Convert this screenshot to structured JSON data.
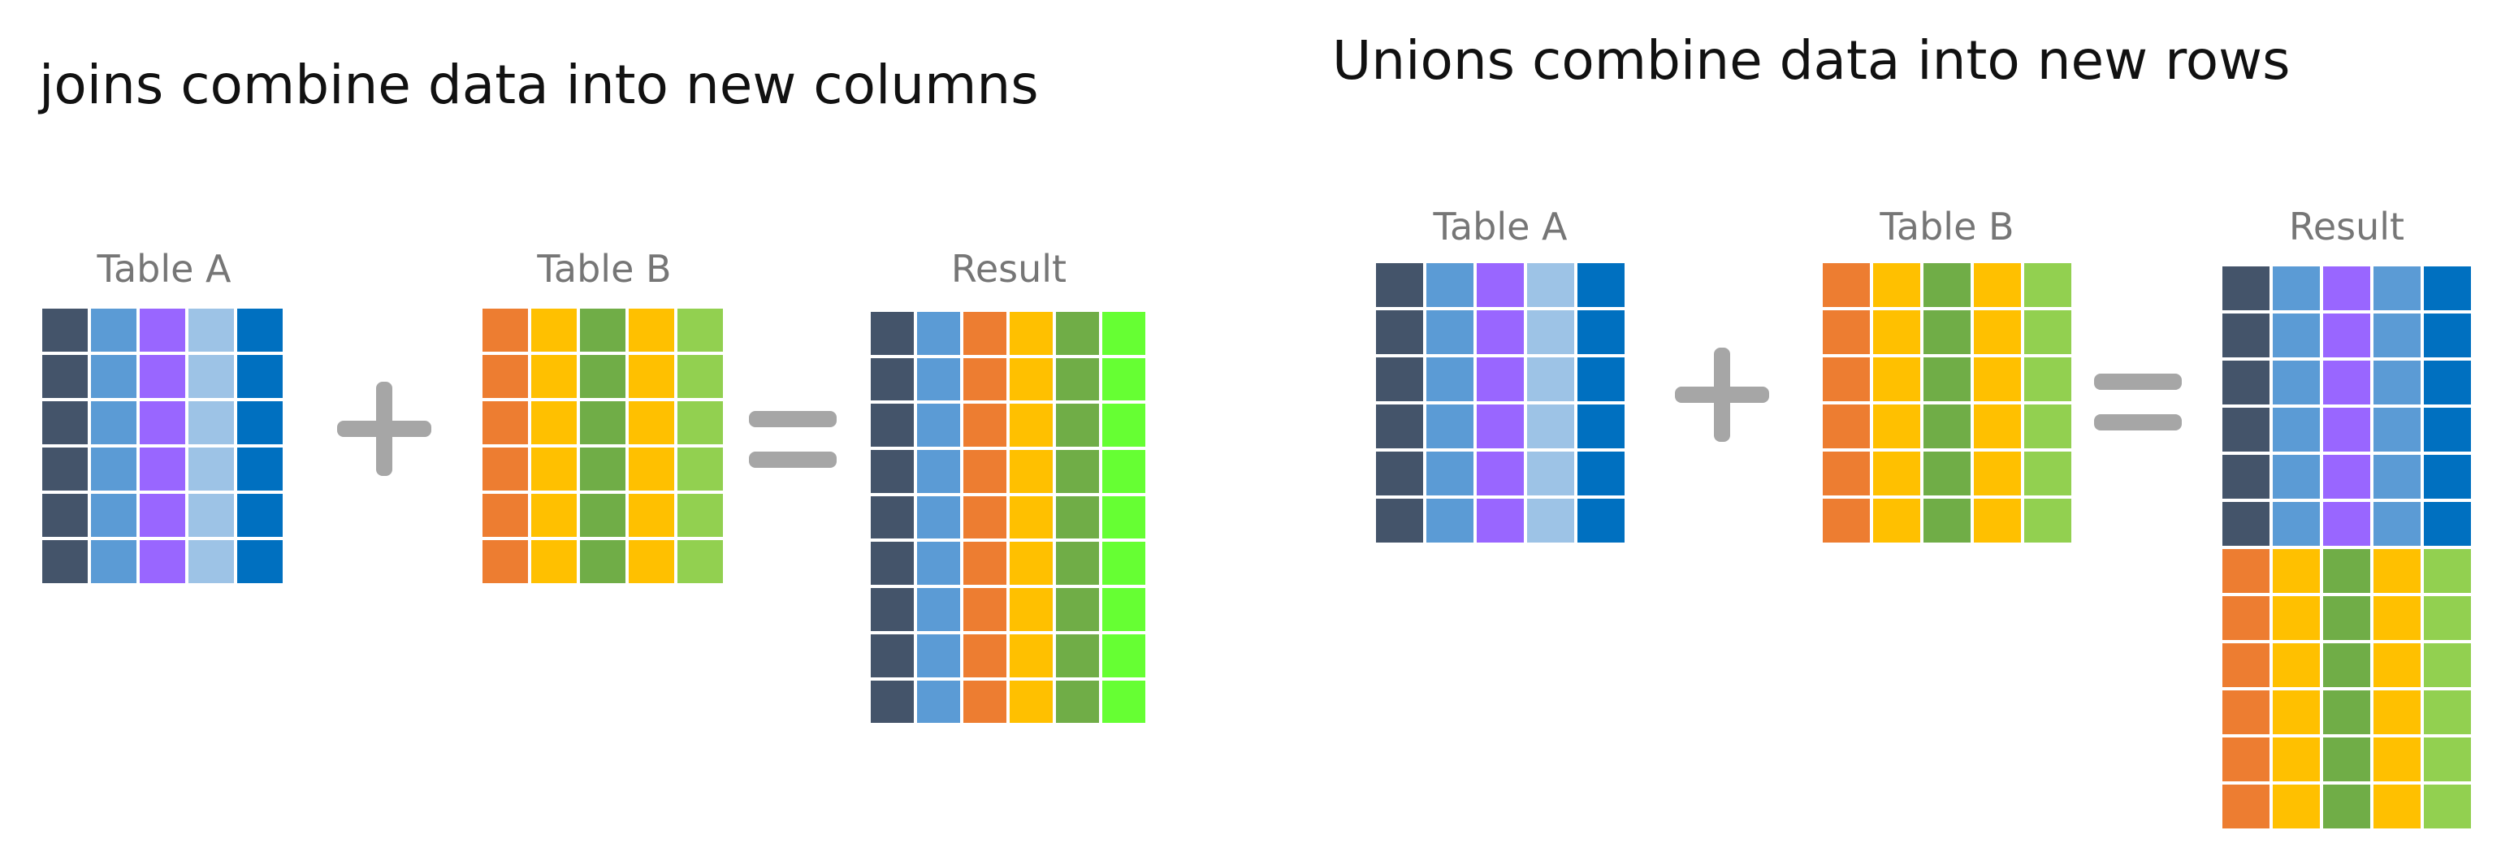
{
  "colors": {
    "a1": "#44546a",
    "a2": "#5b9bd5",
    "a3": "#9966ff",
    "a4": "#9dc3e6",
    "a5": "#0070c0",
    "b1": "#ed7d31",
    "b2": "#ffc000",
    "b3": "#70ad47",
    "b4": "#ffc000",
    "b5": "#92d050",
    "r6": "#66ff33",
    "operator": "#a6a6a6"
  },
  "joins": {
    "heading": "joins combine data into new columns",
    "table_a": {
      "label": "Table A",
      "rows": 6,
      "columns": [
        "a1",
        "a2",
        "a3",
        "a4",
        "a5"
      ]
    },
    "table_b": {
      "label": "Table B",
      "rows": 6,
      "columns": [
        "b1",
        "b2",
        "b3",
        "b4",
        "b5"
      ]
    },
    "result": {
      "label": "Result",
      "rows": 9,
      "columns": [
        "a1",
        "a2",
        "b1",
        "b2",
        "b3",
        "r6"
      ]
    },
    "plus_icon": "plus-icon",
    "equals_icon": "equals-icon"
  },
  "unions": {
    "heading": "Unions combine data into new rows",
    "table_a": {
      "label": "Table A",
      "rows": 6,
      "columns": [
        "a1",
        "a2",
        "a3",
        "a4",
        "a5"
      ]
    },
    "table_b": {
      "label": "Table B",
      "rows": 6,
      "columns": [
        "b1",
        "b2",
        "b3",
        "b4",
        "b5"
      ]
    },
    "result": {
      "label": "Result",
      "blocks": [
        {
          "rows": 6,
          "columns": [
            "a1",
            "a2",
            "a3",
            "a2",
            "a5"
          ]
        },
        {
          "rows": 6,
          "columns": [
            "b1",
            "b2",
            "b3",
            "b4",
            "b5"
          ]
        }
      ]
    },
    "plus_icon": "plus-icon",
    "equals_icon": "equals-icon"
  }
}
